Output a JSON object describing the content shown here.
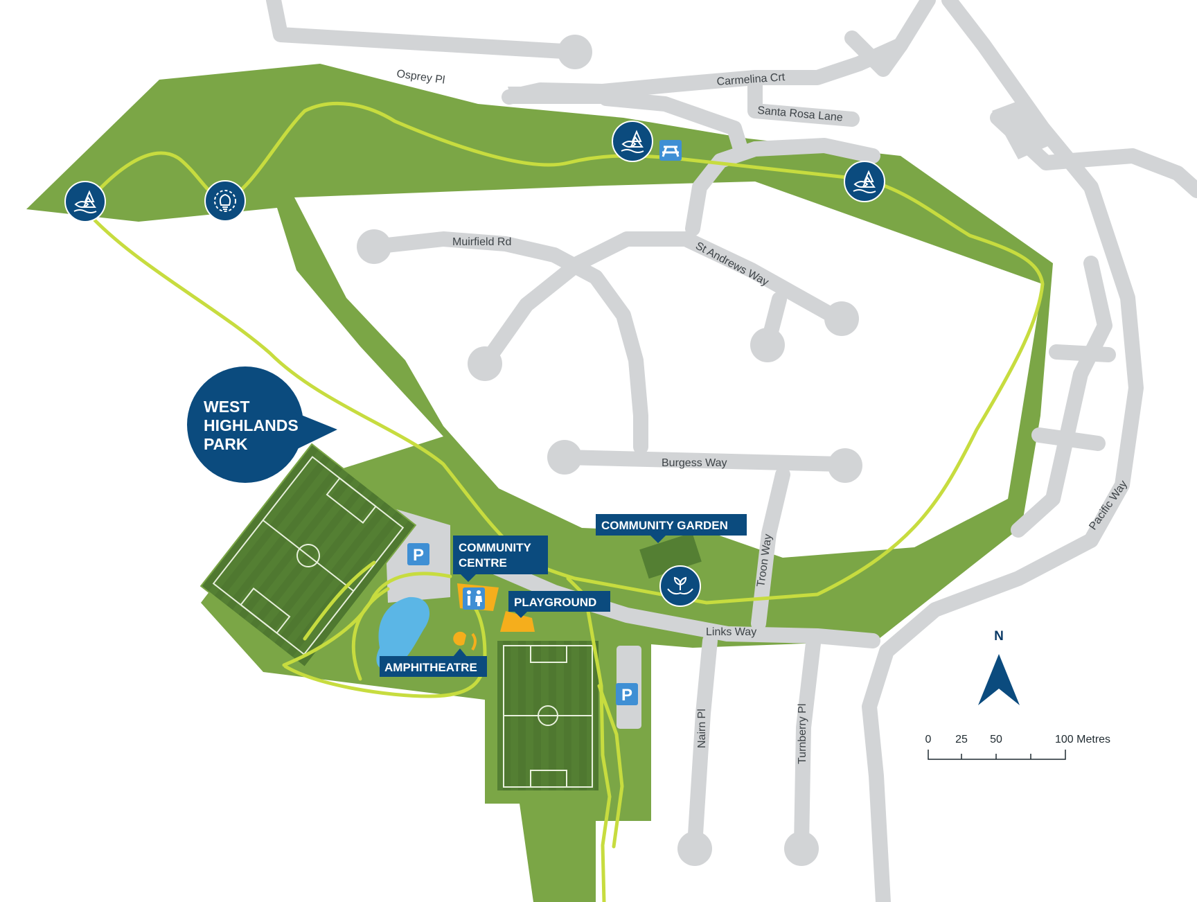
{
  "park": {
    "name_lines": [
      "WEST",
      "HIGHLANDS",
      "PARK"
    ]
  },
  "roads": {
    "osprey": "Osprey Pl",
    "carmelina": "Carmelina Crt",
    "santa_rosa": "Santa Rosa Lane",
    "muirfield": "Muirfield Rd",
    "st_andrews": "St Andrews Way",
    "burgess": "Burgess Way",
    "troon": "Troon Way",
    "links": "Links Way",
    "nairn": "Nairn Pl",
    "turnberry": "Turnberry Pl",
    "pacific": "Pacific Way"
  },
  "facilities": {
    "community_centre": [
      "COMMUNITY",
      "CENTRE"
    ],
    "community_garden": "COMMUNITY GARDEN",
    "playground": "PLAYGROUND",
    "amphitheatre": "AMPHITHEATRE",
    "parking": "P"
  },
  "icons": [
    "nature-fish-tree-icon",
    "lightbulb-gear-icon",
    "nature-fish-tree-icon",
    "picnic-table-icon",
    "nature-fish-tree-icon",
    "hands-plant-icon",
    "toilets-icon"
  ],
  "north": "N",
  "scale": {
    "ticks": [
      "0",
      "25",
      "50",
      "100 Metres"
    ]
  },
  "colors": {
    "park": "#7ba646",
    "field": "#547f33",
    "path": "#c7dc3f",
    "road": "#d2d4d6",
    "navy": "#0b4b7e",
    "facility": "#f5ae1c",
    "water": "#5bb6e6",
    "parking": "#3f8fd4"
  }
}
